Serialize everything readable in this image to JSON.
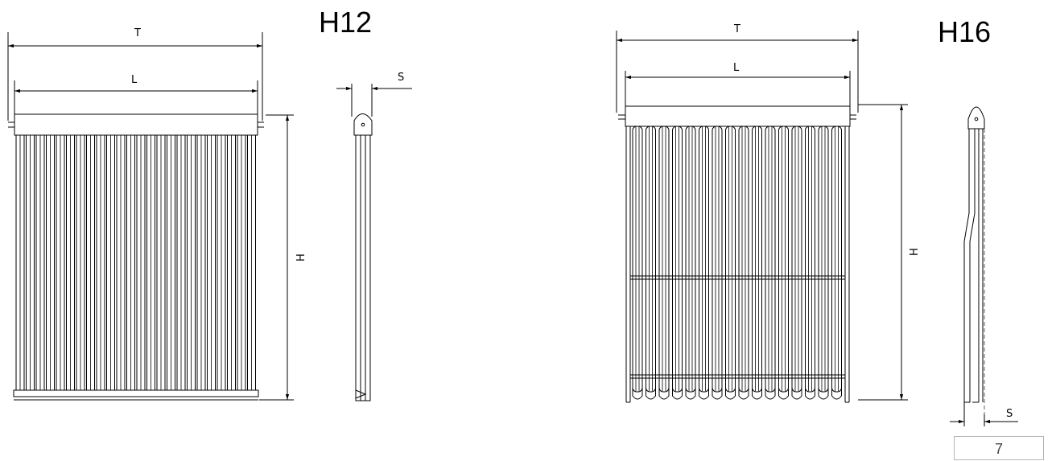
{
  "left_drawing": {
    "title": "H12",
    "dim_T": "T",
    "dim_L": "L",
    "dim_H": "H",
    "dim_S": "S"
  },
  "right_drawing": {
    "title": "H16",
    "dim_T": "T",
    "dim_L": "L",
    "dim_H": "H",
    "dim_S": "S"
  },
  "page_number": "7",
  "colors": {
    "line": "#000000",
    "dashed": "#666666"
  }
}
